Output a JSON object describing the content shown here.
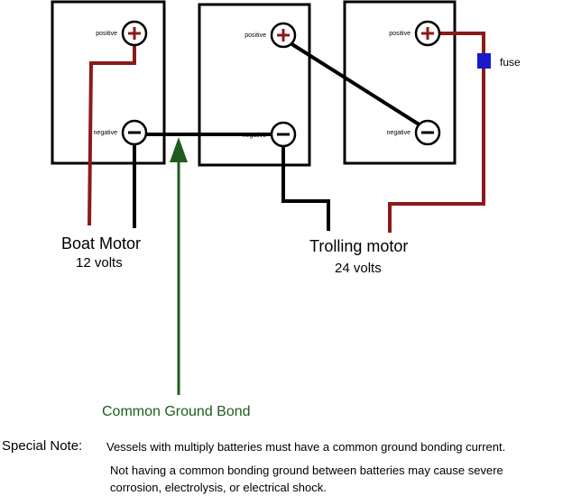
{
  "batteries": [
    {
      "positive_label": "positive",
      "negative_label": "negative"
    },
    {
      "positive_label": "positive",
      "negative_label": "negative"
    },
    {
      "positive_label": "positive",
      "negative_label": "negative"
    }
  ],
  "fuse_label": "fuse",
  "boat_motor": {
    "label": "Boat Motor",
    "volts": "12 volts"
  },
  "trolling_motor": {
    "label": "Trolling motor",
    "volts": "24 volts"
  },
  "ground_bond_label": "Common Ground Bond",
  "note": {
    "heading": "Special Note:",
    "line1": "Vessels with multiply batteries must have a common ground bonding current.",
    "line2": "Not having a common bonding ground between batteries may cause severe",
    "line3": "corrosion, electrolysis, or electrical shock."
  },
  "colors": {
    "positive_wire": "#8b1a1a",
    "ground_arrow": "#1f5c1f",
    "fuse": "#1a1acc",
    "wire": "#000000"
  }
}
